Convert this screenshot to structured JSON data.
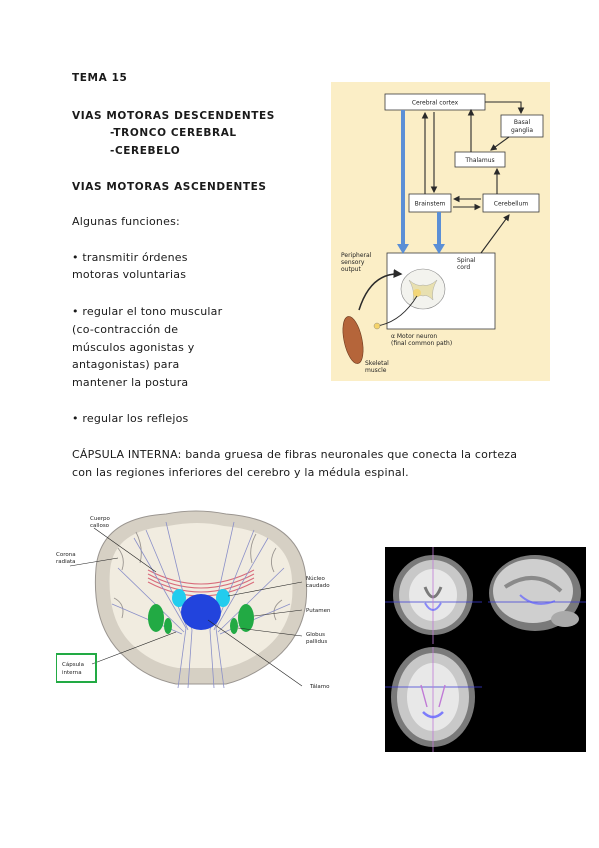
{
  "heading": {
    "tema": "TEMA 15",
    "descendentes": "VIAS MOTORAS DESCENDENTES",
    "sub1": "-TRONCO CEREBRAL",
    "sub2": "-CEREBELO",
    "ascendentes": "VIAS MOTORAS ASCENDENTES"
  },
  "functions": {
    "intro": "Algunas funciones:",
    "item1_l1": "• transmitir órdenes",
    "item1_l2": "motoras voluntarias",
    "item2_l1": "• regular el tono muscular",
    "item2_l2": "(co-contracción de",
    "item2_l3": "músculos agonistas y",
    "item2_l4": "antagonistas) para",
    "item2_l5": "mantener la postura",
    "item3": "• regular los reflejos"
  },
  "capsula": {
    "l1": "CÁPSULA INTERNA: banda gruesa de fibras neuronales que conecta la corteza",
    "l2": "con las regiones inferiores del cerebro y la médula espinal."
  },
  "diagram": {
    "cortex": "Cerebral cortex",
    "basal_1": "Basal",
    "basal_2": "ganglia",
    "thalamus": "Thalamus",
    "brainstem": "Brainstem",
    "cerebellum": "Cerebellum",
    "peripheral_1": "Peripheral",
    "peripheral_2": "sensory",
    "peripheral_3": "output",
    "spinal_1": "Spinal",
    "spinal_2": "cord",
    "motor_1": "α Motor neuron",
    "motor_2": "(final common path)",
    "skeletal_1": "Skeletal",
    "skeletal_2": "muscle",
    "arrow_color": "#5b8fd6",
    "bg_color": "#fbeec6"
  },
  "brain": {
    "cuerpo_1": "Cuerpo",
    "cuerpo_2": "calloso",
    "corona_1": "Corona",
    "corona_2": "radiata",
    "capsula_1": "Cápsula",
    "capsula_2": "interna",
    "nucleo_1": "Núcleo",
    "nucleo_2": "caudado",
    "putamen": "Putamen",
    "globus_1": "Globus",
    "globus_2": "pallidus",
    "talamo": "Tálamo",
    "green": "#22aa44",
    "blue": "#2244dd",
    "cyan": "#22ccee"
  }
}
